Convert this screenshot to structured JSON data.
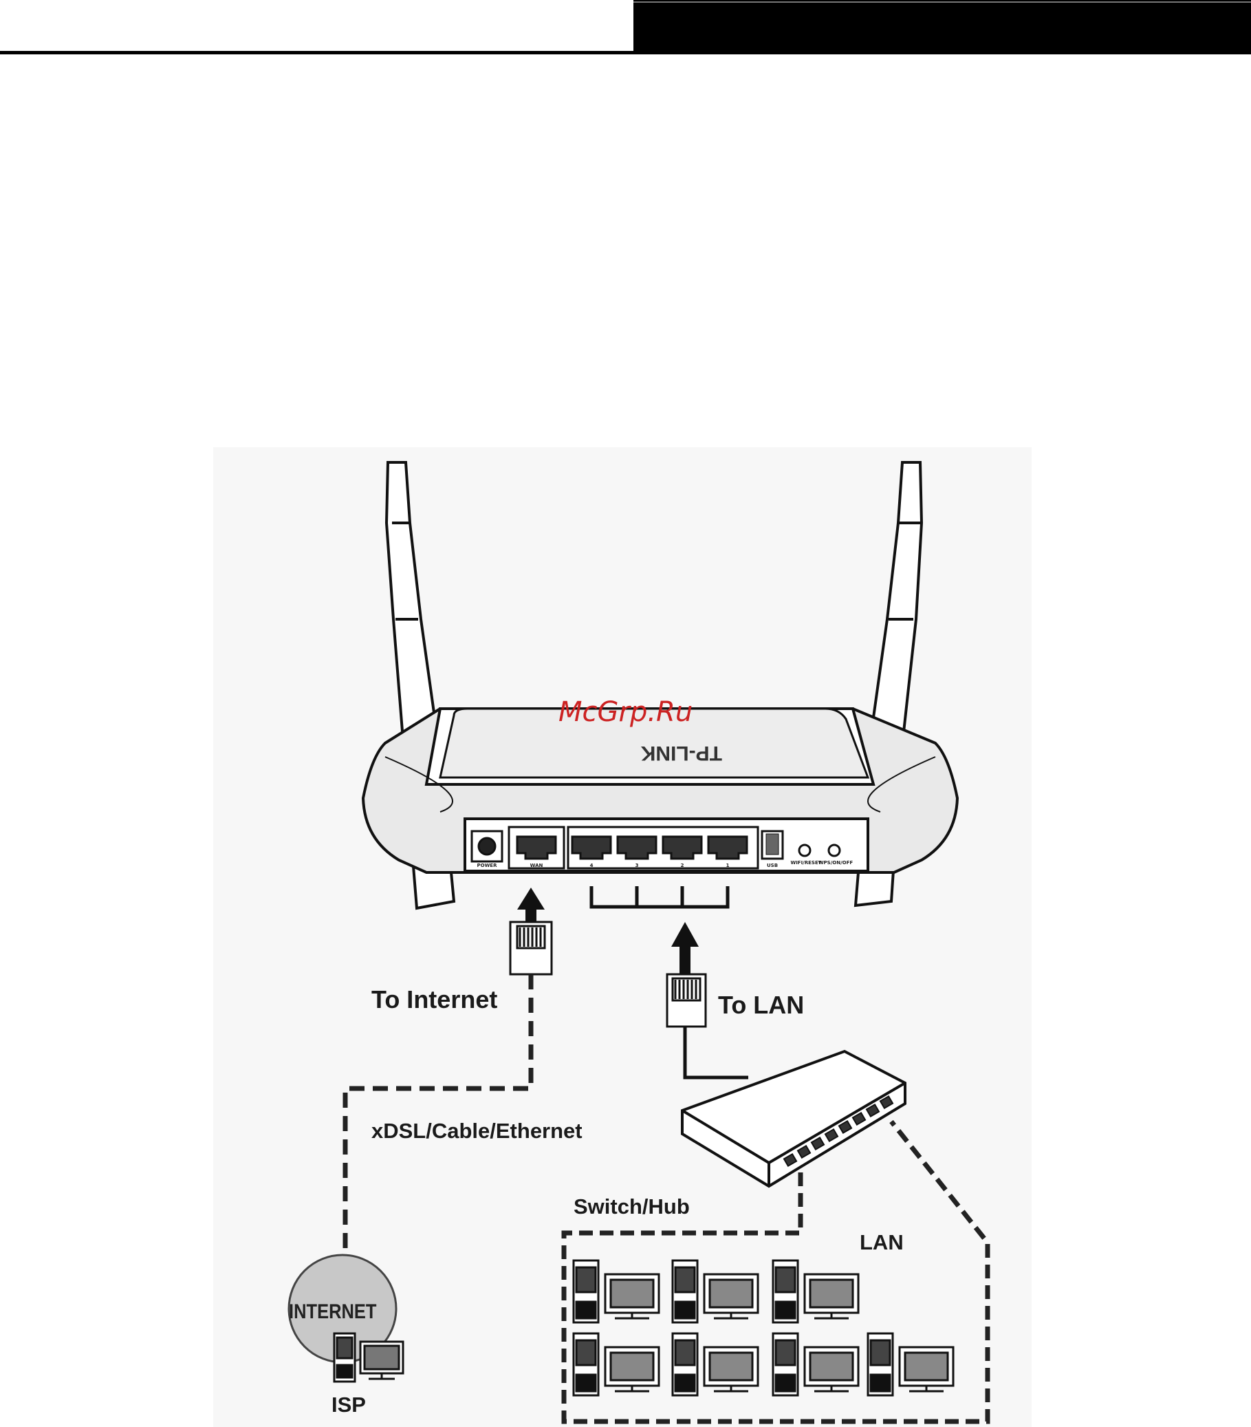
{
  "watermark": "McGrp.Ru",
  "router": {
    "brand": "TP-LINK",
    "ports": [
      "POWER",
      "WAN",
      "4",
      "3",
      "2",
      "1",
      "USB",
      "WIFI/RESET",
      "WPS/ON/OFF"
    ]
  },
  "labels": {
    "to_internet": "To Internet",
    "to_lan": "To LAN",
    "connection_type": "xDSL/Cable/Ethernet",
    "switch_hub": "Switch/Hub",
    "lan": "LAN",
    "internet": "INTERNET",
    "isp": "ISP"
  }
}
